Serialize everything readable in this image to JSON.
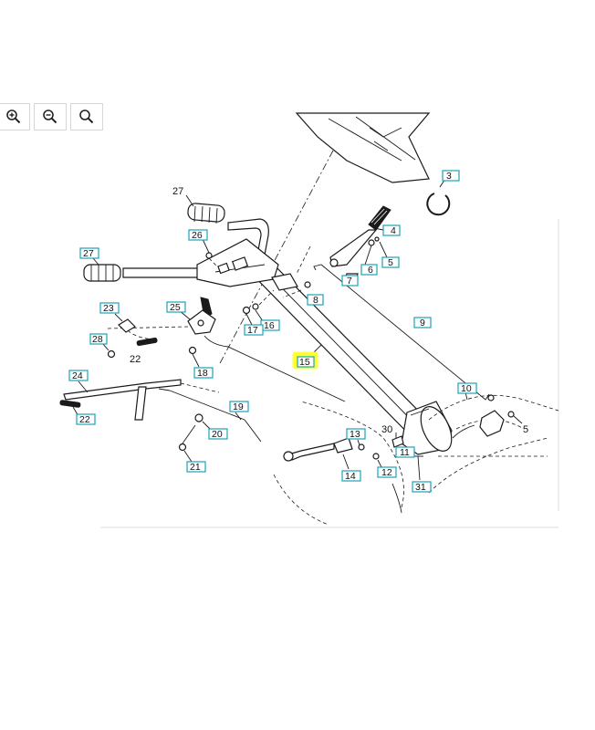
{
  "toolbar": {
    "zoom_in_icon": "zoom-in-icon",
    "zoom_out_icon": "zoom-out-icon",
    "zoom_fit_icon": "search-icon"
  },
  "callouts": {
    "c3": "3",
    "c4": "4",
    "c5a": "5",
    "c6": "6",
    "c7": "7",
    "c8": "8",
    "c9": "9",
    "c10": "10",
    "c11": "11",
    "c12": "12",
    "c13": "13",
    "c14": "14",
    "c15": "15",
    "c16": "16",
    "c17": "17",
    "c18": "18",
    "c19": "19",
    "c20": "20",
    "c21": "21",
    "c22a": "22",
    "c23": "23",
    "c24": "24",
    "c25": "25",
    "c26": "26",
    "c27a": "27",
    "c28": "28",
    "c31": "31"
  },
  "plain_labels": {
    "p27": "27",
    "p22": "22",
    "p30": "30",
    "p5": "5"
  },
  "colors": {
    "callout_border": "#19a3b8",
    "highlight": "#ffff33"
  },
  "highlighted_part": "15"
}
